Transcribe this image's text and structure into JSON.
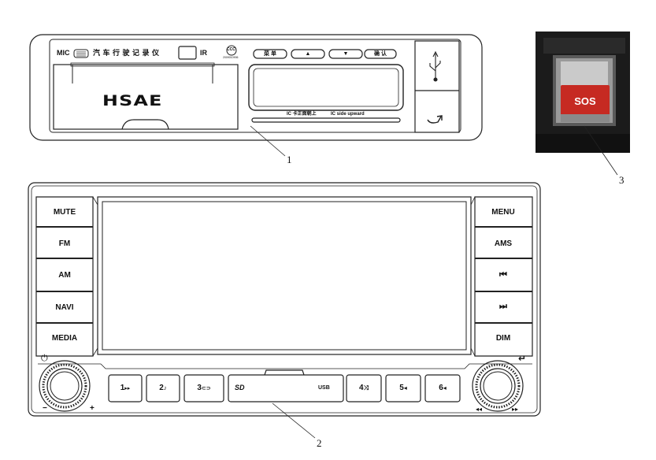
{
  "recorder": {
    "mic_label": "MIC",
    "title_cn": "汽 车 行 驶 记 录 仪",
    "ir_label": "IR",
    "ccc_mark": "CCC",
    "ccc_code": "2009010906",
    "menu_btn": "菜 单",
    "up_btn": "▲",
    "down_btn": "▼",
    "confirm_btn": "确 认",
    "brand": "HSAE",
    "ic_hint_cn": "IC 卡正面朝上",
    "ic_hint_en": "IC side upward",
    "usb_icon": "usb-icon",
    "eject_icon": "eject-arrow-icon"
  },
  "sos": {
    "label": "SOS",
    "color": "#c62a22"
  },
  "head_unit": {
    "left_buttons": [
      "MUTE",
      "FM",
      "AM",
      "NAVI",
      "MEDIA"
    ],
    "right_buttons": [
      "MENU",
      "AMS",
      "⏮",
      "⏭",
      "DIM"
    ],
    "presets_left": [
      {
        "num": "1",
        "icon": "▸▸"
      },
      {
        "num": "2",
        "icon": "♪"
      },
      {
        "num": "3",
        "icon": "⊂⊃"
      }
    ],
    "presets_right": [
      {
        "num": "4",
        "icon": "⤨"
      },
      {
        "num": "5",
        "icon": "◂"
      },
      {
        "num": "6",
        "icon": "◂"
      }
    ],
    "sd_label": "SD",
    "usb_label": "USB",
    "power_icon": "⏻",
    "return_icon": "↵",
    "vol_minus": "−",
    "vol_plus": "+",
    "seek_back": "◂◂",
    "seek_fwd": "▸▸"
  },
  "callouts": [
    "1",
    "2",
    "3"
  ]
}
